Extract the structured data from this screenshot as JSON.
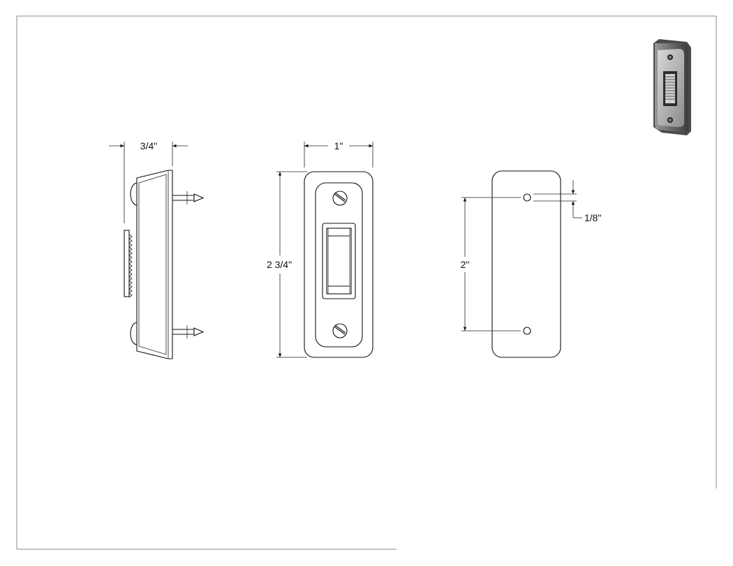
{
  "dimensions": {
    "side_depth": "3/4\"",
    "front_width": "1\"",
    "front_height": "2 3/4\"",
    "hole_spacing": "2\"",
    "hole_offset": "1/8\""
  },
  "colors": {
    "line": "#111111",
    "frame": "#8a8a8a",
    "render_body": "#6f6f6f",
    "render_face": "#bdbdbd"
  },
  "icons": {
    "product_render": "doorbell-button-icon"
  }
}
